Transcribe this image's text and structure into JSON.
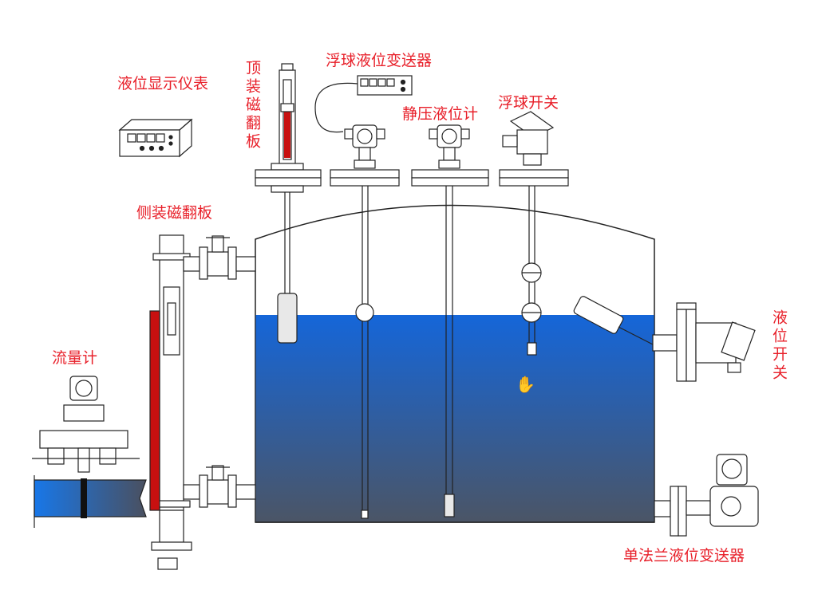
{
  "labels": {
    "display_meter": "液位显示仪表",
    "top_mag_flap": "顶装磁翻板",
    "float_transmitter": "浮球液位变送器",
    "static_pressure": "静压液位计",
    "float_switch": "浮球开关",
    "side_mag_flap": "侧装磁翻板",
    "flow_meter": "流量计",
    "level_switch": "液位开关",
    "flange_transmitter": "单法兰液位变送器"
  },
  "colors": {
    "label": "#e8202a",
    "liquid_top": "#1565d8",
    "liquid_bottom": "#4a5568",
    "indicator_red": "#c81010",
    "outline": "#222222"
  },
  "icons": {
    "cursor": "hand-pointer-icon"
  }
}
